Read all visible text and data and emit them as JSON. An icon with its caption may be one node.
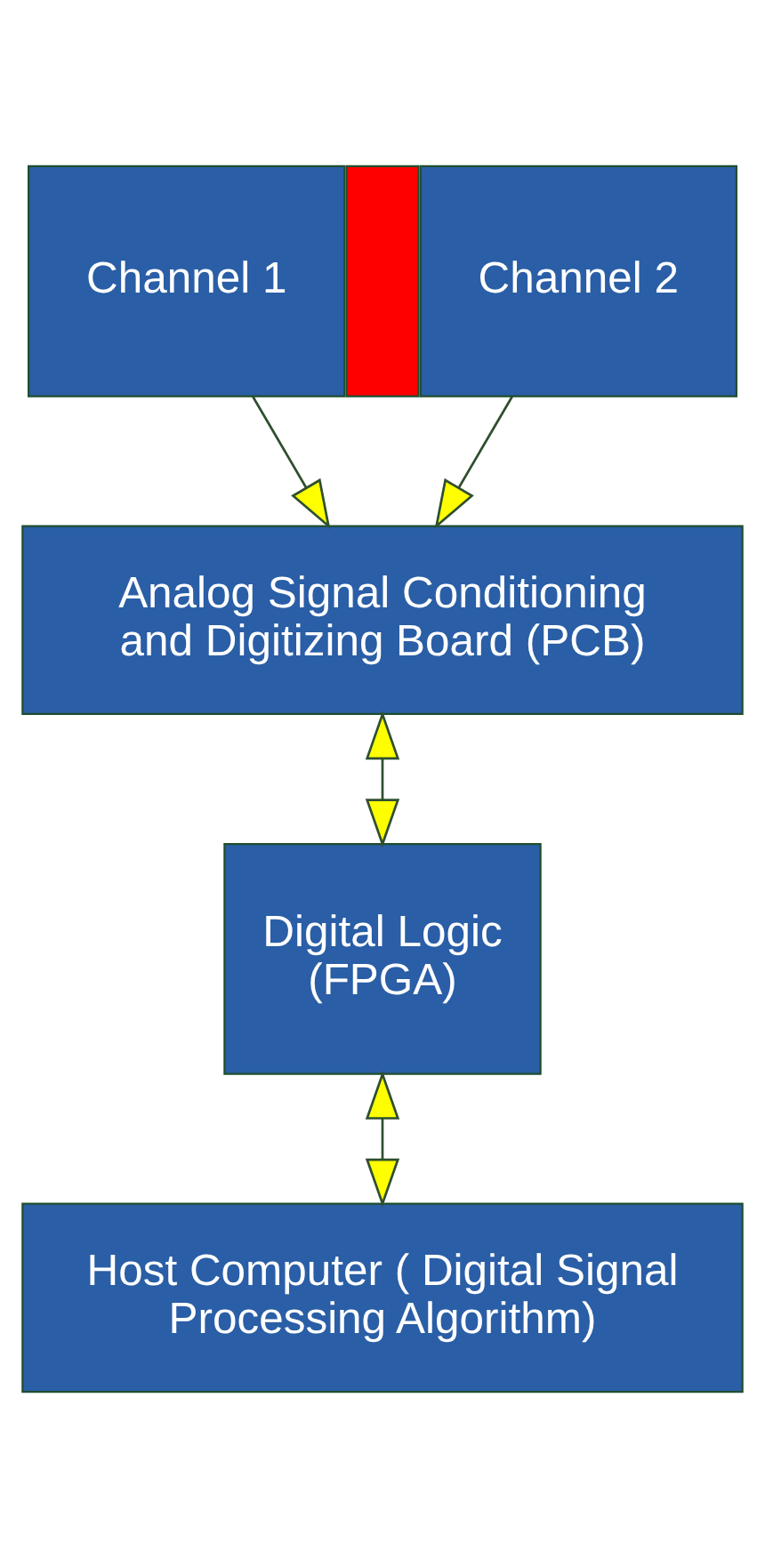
{
  "diagram": {
    "nodes": [
      {
        "text": [
          "Channel 1"
        ]
      },
      {
        "text": [],
        "shape": "bar"
      },
      {
        "text": [
          "Channel 2"
        ]
      },
      {
        "text": [
          "Analog Signal Conditioning and Digitizing Board (PCB)"
        ]
      },
      {
        "text": [
          "Digital Logic (FPGA)"
        ]
      },
      {
        "text": [
          "Host Computer ( Digital Signal Processing Algorithm)"
        ]
      }
    ],
    "edges": [
      {
        "from": 0,
        "to": 3,
        "arrow": "to"
      },
      {
        "from": 2,
        "to": 3,
        "arrow": "to"
      },
      {
        "from": 3,
        "to": 4,
        "arrow": "both"
      },
      {
        "from": 4,
        "to": 5,
        "arrow": "both"
      }
    ]
  }
}
